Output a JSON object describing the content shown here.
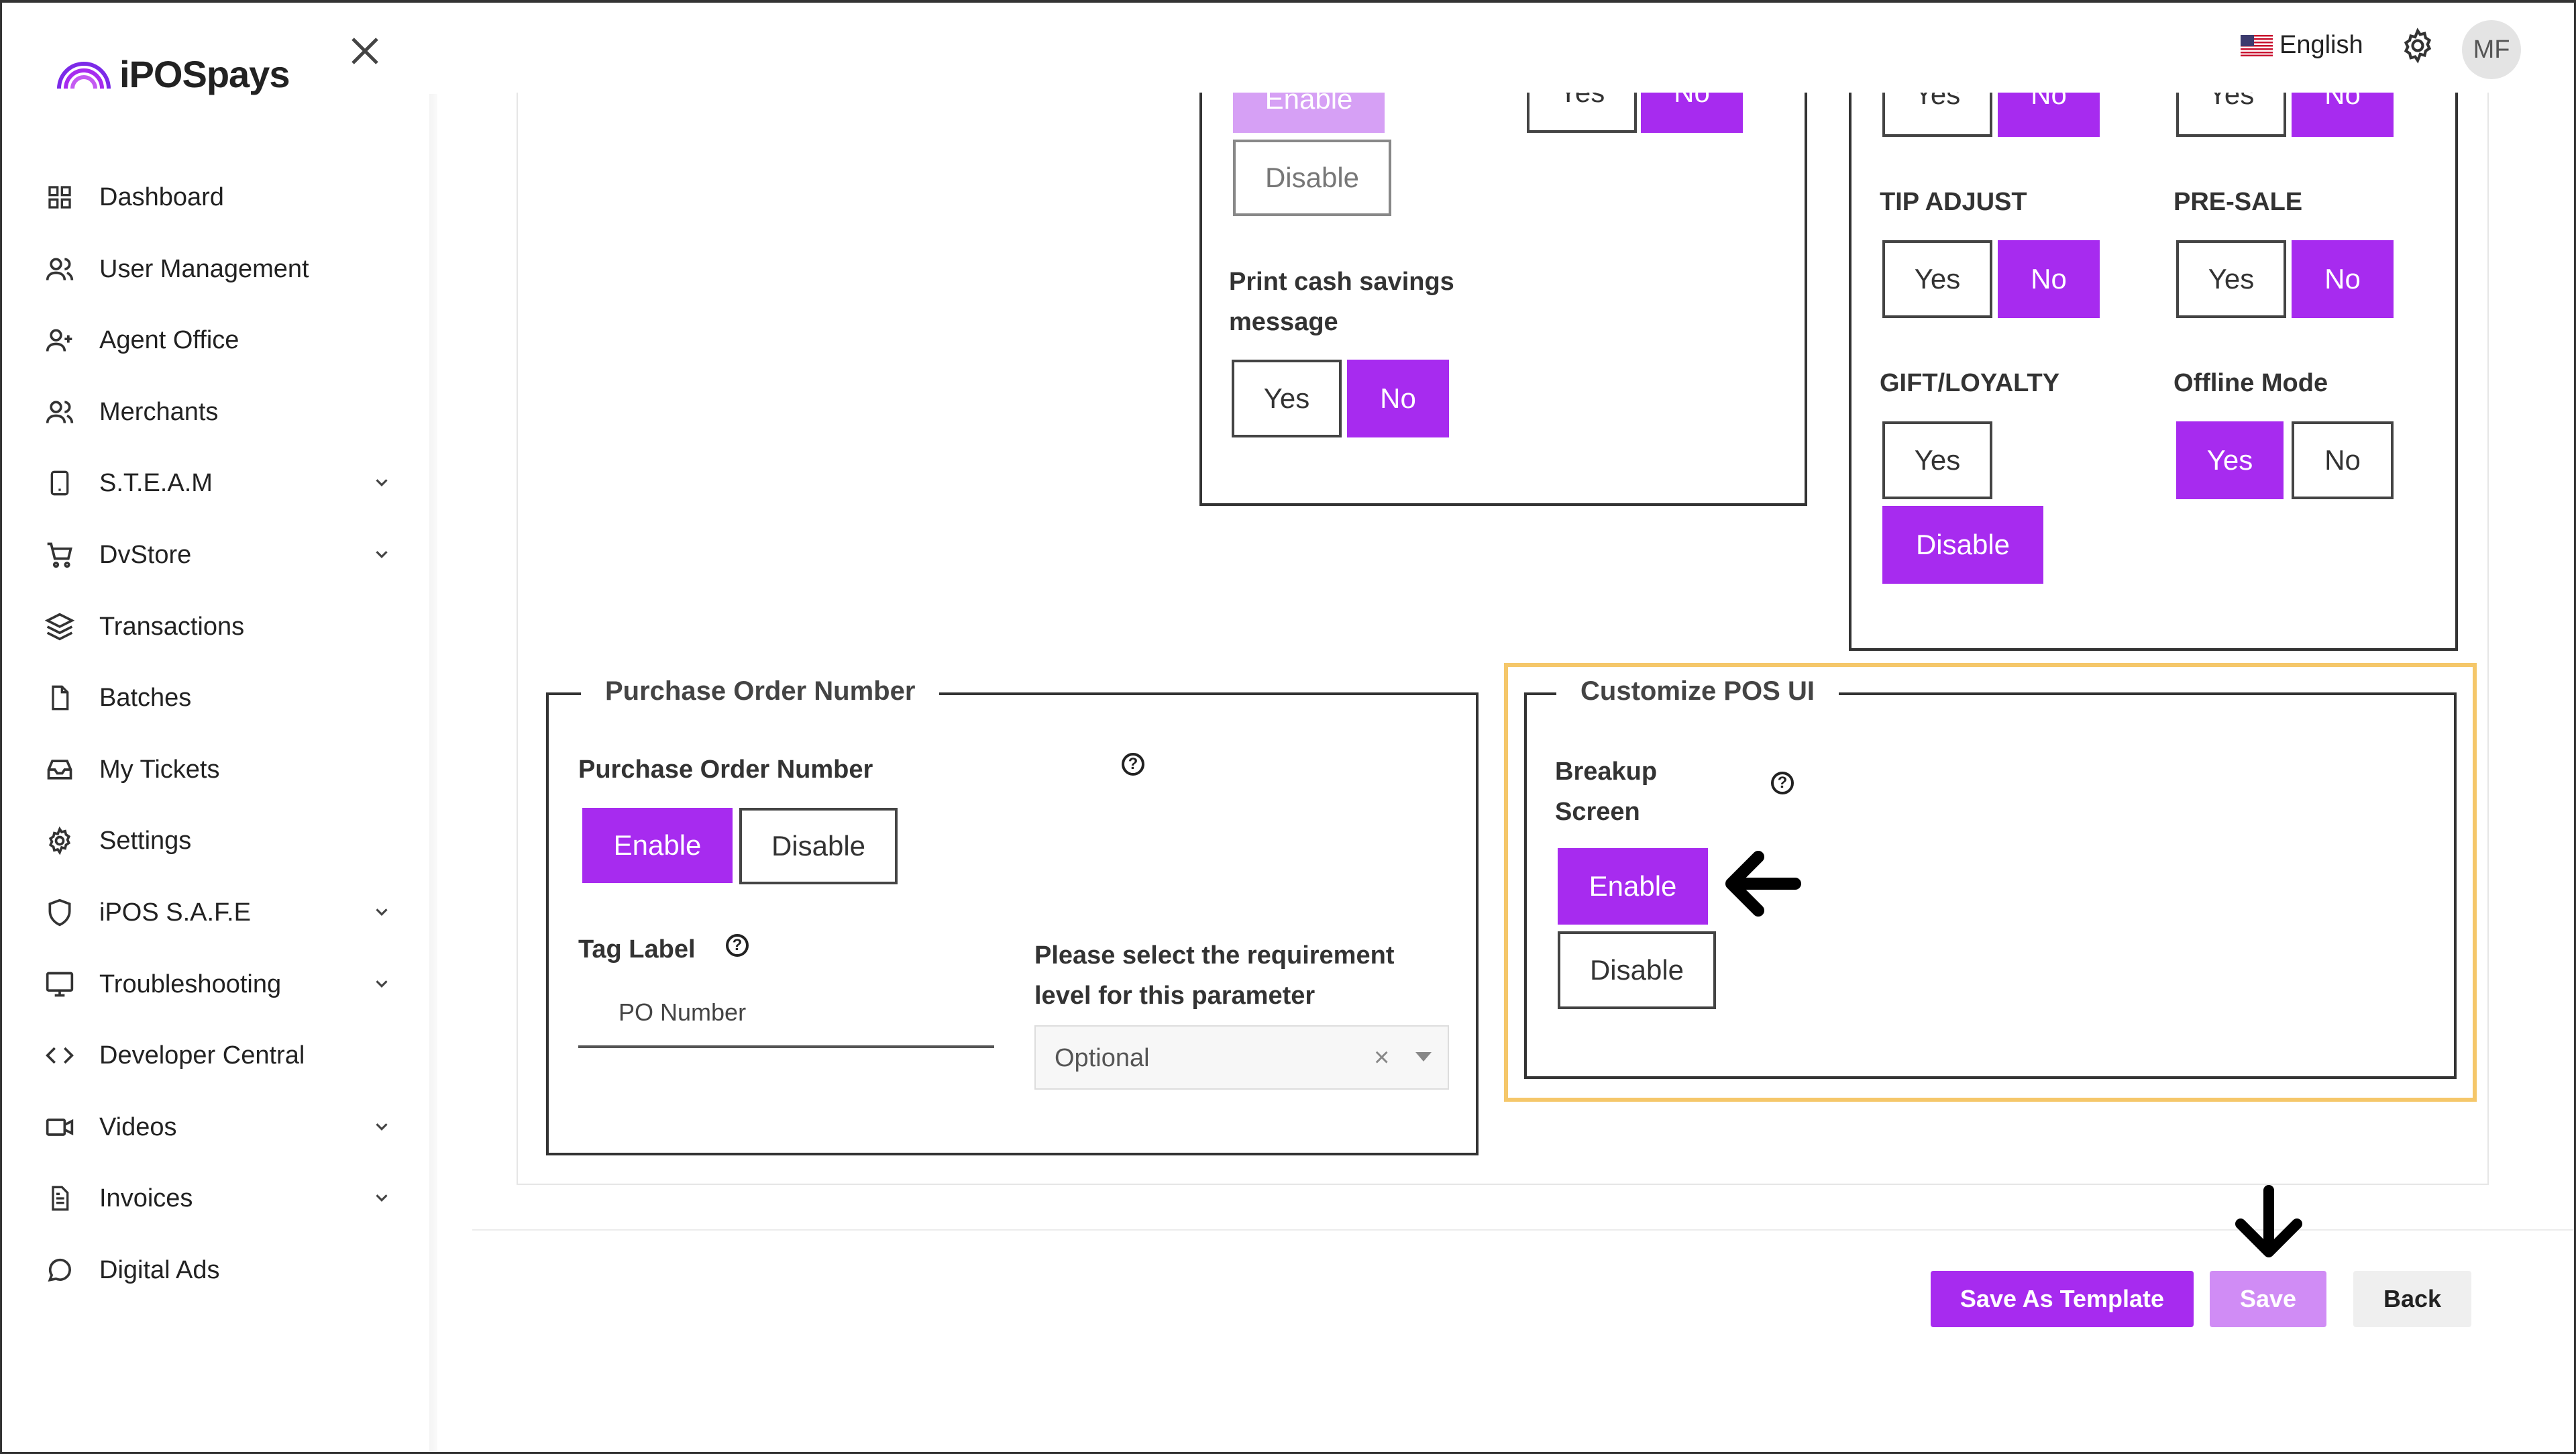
{
  "app": {
    "logo_text": "iPOSpays"
  },
  "topbar": {
    "language": "English",
    "avatar_initials": "MF"
  },
  "sidebar": {
    "items": [
      {
        "label": "Dashboard",
        "icon": "grid-icon"
      },
      {
        "label": "User Management",
        "icon": "users-icon"
      },
      {
        "label": "Agent Office",
        "icon": "user-plus-icon"
      },
      {
        "label": "Merchants",
        "icon": "users-icon"
      },
      {
        "label": "S.T.E.A.M",
        "icon": "tablet-icon",
        "expandable": true
      },
      {
        "label": "DvStore",
        "icon": "cart-icon",
        "expandable": true
      },
      {
        "label": "Transactions",
        "icon": "layers-icon"
      },
      {
        "label": "Batches",
        "icon": "file-icon"
      },
      {
        "label": "My Tickets",
        "icon": "inbox-icon"
      },
      {
        "label": "Settings",
        "icon": "gear-icon"
      },
      {
        "label": "iPOS S.A.F.E",
        "icon": "shield-icon",
        "expandable": true
      },
      {
        "label": "Troubleshooting",
        "icon": "monitor-icon",
        "expandable": true
      },
      {
        "label": "Developer Central",
        "icon": "code-icon"
      },
      {
        "label": "Videos",
        "icon": "video-icon",
        "expandable": true
      },
      {
        "label": "Invoices",
        "icon": "document-icon",
        "expandable": true
      },
      {
        "label": "Digital Ads",
        "icon": "chat-icon"
      }
    ]
  },
  "top_section": {
    "partial_enable": "Enable",
    "partial_disable": "Disable",
    "partial_yes": "Yes",
    "partial_no": "No",
    "print_cash_label": "Print cash savings",
    "print_cash_label2": "message",
    "print_yes": "Yes",
    "print_no": "No"
  },
  "right_column": {
    "row0_yes_a": "Yes",
    "row0_no_a": "No",
    "row0_yes_b": "Yes",
    "row0_no_b": "No",
    "tip_adjust": {
      "label": "TIP ADJUST",
      "yes": "Yes",
      "no": "No"
    },
    "pre_sale": {
      "label": "PRE-SALE",
      "yes": "Yes",
      "no": "No"
    },
    "gift_loyalty": {
      "label": "GIFT/LOYALTY",
      "yes": "Yes",
      "disable": "Disable"
    },
    "offline_mode": {
      "label": "Offline Mode",
      "yes": "Yes",
      "no": "No"
    }
  },
  "purchase_order": {
    "legend": "Purchase Order Number",
    "field_label": "Purchase Order Number",
    "enable": "Enable",
    "disable": "Disable",
    "tag_label": "Tag Label",
    "tag_value": "PO Number",
    "requirement_label_1": "Please select the requirement",
    "requirement_label_2": "level for this parameter",
    "requirement_value": "Optional"
  },
  "customize_pos": {
    "legend": "Customize POS UI",
    "breakup_label_1": "Breakup",
    "breakup_label_2": "Screen",
    "enable": "Enable",
    "disable": "Disable"
  },
  "footer": {
    "save_as_template": "Save As Template",
    "save": "Save",
    "back": "Back"
  },
  "colors": {
    "accent": "#a72bef",
    "accent_faded": "#d6a0f5",
    "highlight_border": "#f5c76a"
  }
}
